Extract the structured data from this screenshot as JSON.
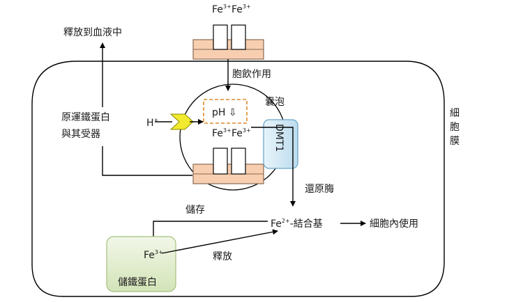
{
  "labels": {
    "fe": "Fe",
    "fe3_charge": "3+",
    "fe2_charge": "2+",
    "release_to_blood": "釋放到血液中",
    "endocytosis": "胞飲作用",
    "receptor_line1": "原運鐵蛋白",
    "receptor_line2": "與其受器",
    "vesicle": "囊泡",
    "proton": "H",
    "proton_charge": "+",
    "ph_drop": "pH ⇩",
    "dmt1": "DMT1",
    "reductase": "還原脢",
    "cell_membrane": "細胞膜",
    "storage": "儲存",
    "chelate_suffix": "-結合基",
    "cell_use": "細胞內使用",
    "release": "釋放",
    "ferritin": "儲鐵蛋白"
  },
  "colors": {
    "receptor_fill": "#f7cfb0",
    "receptor_stroke": "#8a6a52",
    "dmt1_fill": "#cfe6f2",
    "dmt1_stroke": "#6aa6c8",
    "ferritin_fill": "#e0ebcc",
    "ferritin_stroke": "#a5bf7e",
    "ph_box_stroke": "#e08a2a",
    "pump_fill": "#f2ea2e",
    "pump_stroke": "#8a8a00"
  }
}
